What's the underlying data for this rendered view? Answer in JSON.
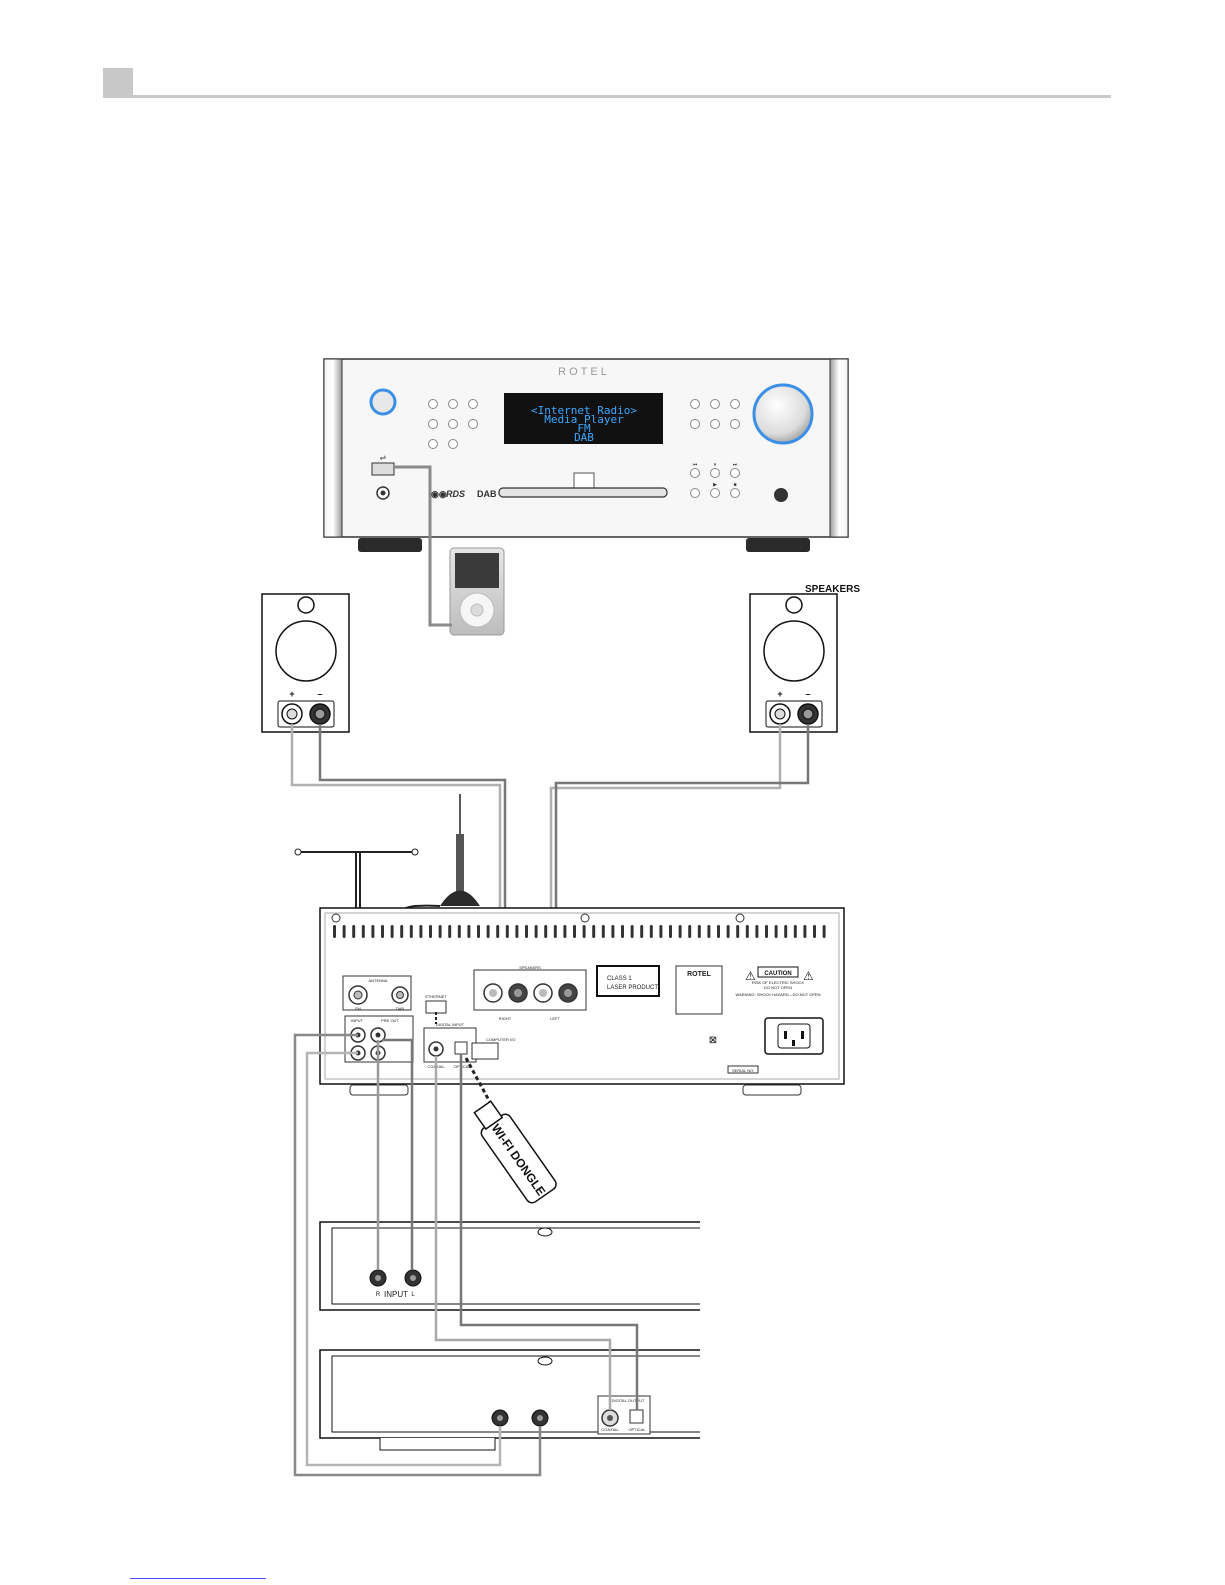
{
  "brand": "ROTEL",
  "display_lines": [
    "<Internet Radio>",
    "Media Player",
    "FM",
    "DAB"
  ],
  "front_logos": {
    "rds": "RDS",
    "dab": "DAB"
  },
  "speakers_label": "SPEAKERS",
  "speaker_polarity": {
    "plus": "+",
    "minus": "–"
  },
  "rear_panel": {
    "antenna_label": "ANTENNA",
    "fm_label": "FM",
    "dab_label": "DAB",
    "ethernet_label": "ETHERNET",
    "speakers_label": "SPEAKERS",
    "right_label": "RIGHT",
    "left_label": "LEFT",
    "input_label": "INPUT",
    "preout_label": "PRE OUT",
    "digital_input_label": "DIGITAL INPUT",
    "coaxial_label": "COAXIAL",
    "optical_label": "OPTICAL",
    "computer_label": "COMPUTER I/O",
    "class1_line1": "CLASS 1",
    "class1_line2": "LASER PRODUCT",
    "rotel_label": "ROTEL",
    "caution_title": "CAUTION",
    "caution_line1": "RISK OF ELECTRIC SHOCK",
    "caution_line2": "DO NOT OPEN",
    "warning_line": "WARNING: SHOCK HAZARD—DO NOT OPEN",
    "serial_label": "SERIAL NO."
  },
  "wifi_dongle_label": "WI-FI DONGLE",
  "amp_device": {
    "input_label": "INPUT",
    "r_label": "R",
    "l_label": "L"
  },
  "source_device": {
    "digital_output_label": "DIGITAL OUTPUT",
    "coaxial_label": "COAXIAL",
    "optical_label": "OPTICAL"
  }
}
